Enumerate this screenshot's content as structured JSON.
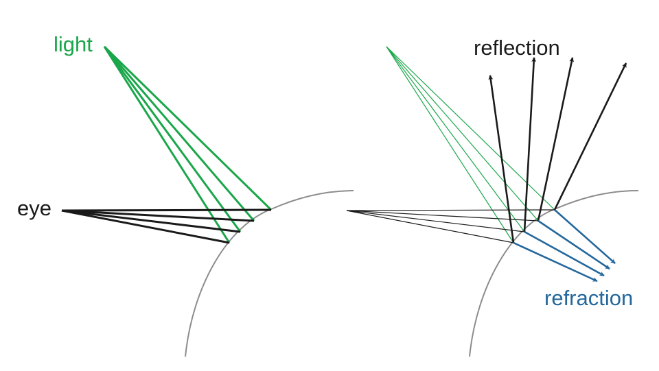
{
  "labels": {
    "light": "light",
    "eye": "eye",
    "reflection": "reflection",
    "refraction": "refraction"
  },
  "colors": {
    "light": "#1aa64a",
    "reflection": "#1a1a1a",
    "refraction": "#23679c",
    "surface": "#8c8c8c",
    "eye_ray": "#1a1a1a"
  },
  "diagram": {
    "left_panel": {
      "light_rays": 4,
      "eye_rays": 4
    },
    "right_panel": {
      "light_rays": 4,
      "eye_rays": 4,
      "reflection_arrows": 4,
      "refraction_arrows": 4
    }
  }
}
